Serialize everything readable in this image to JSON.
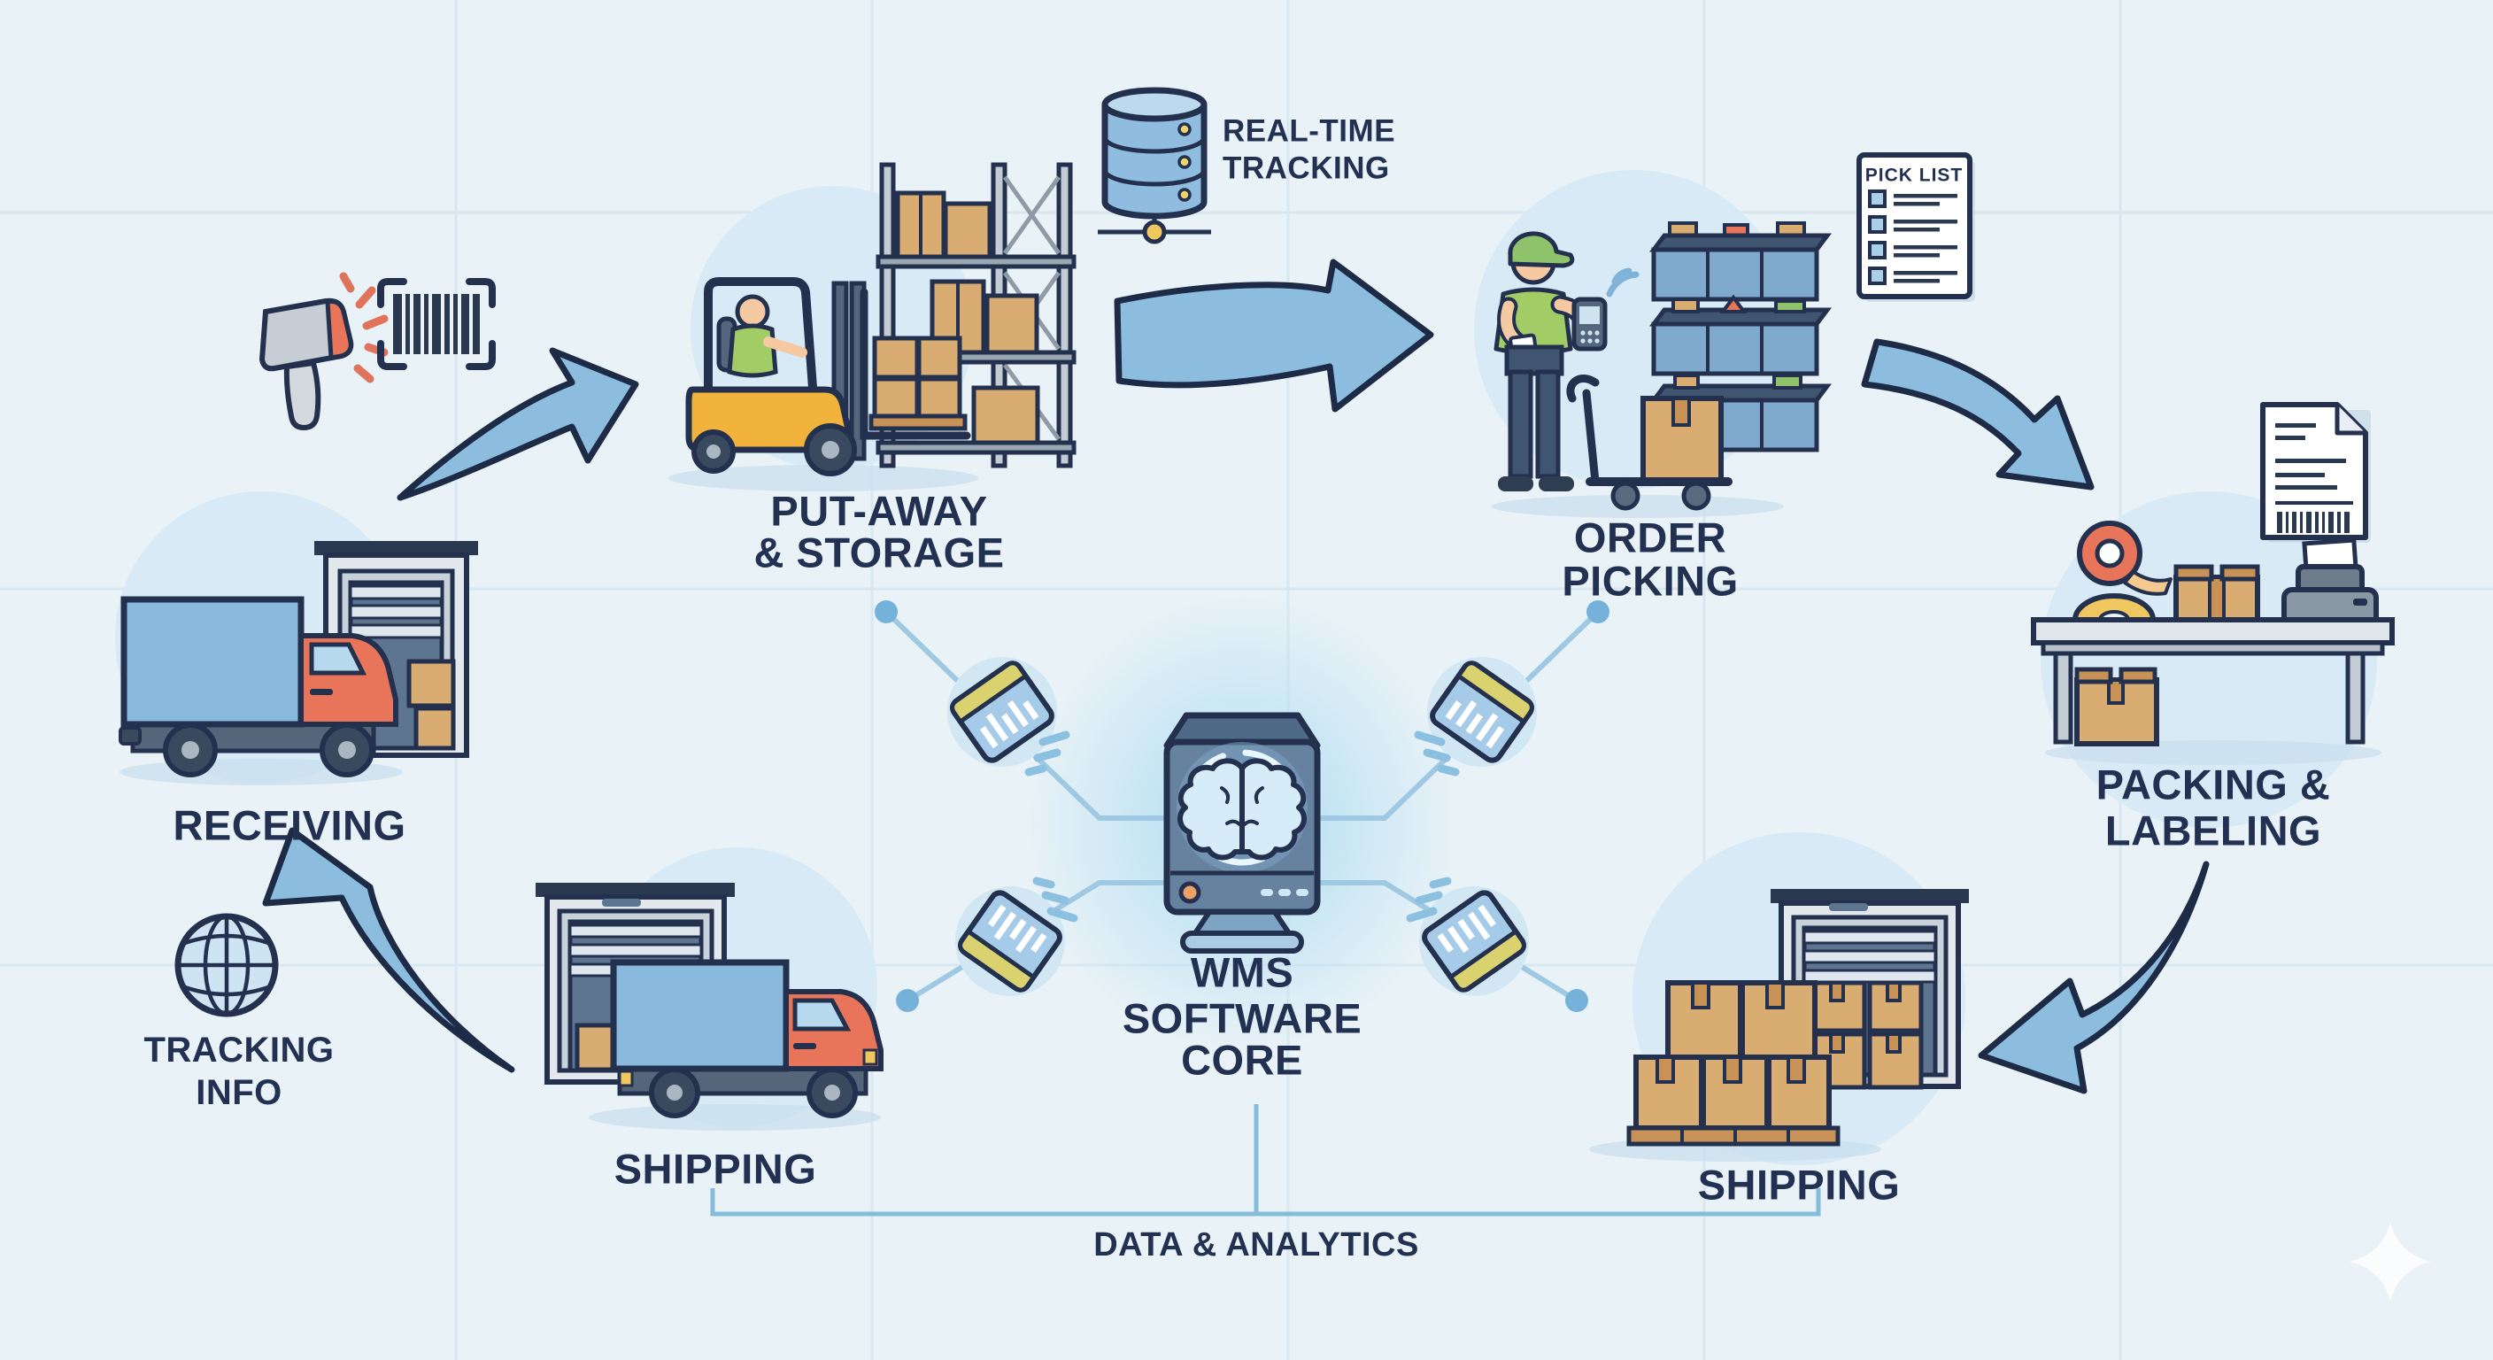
{
  "diagram": {
    "title_implicit": "Warehouse Management System process flow",
    "stages": {
      "receiving": {
        "label": "RECEIVING"
      },
      "put_away_storage": {
        "line1": "PUT-AWAY",
        "line2": "& STORAGE"
      },
      "real_time_tracking": {
        "line1": "REAL-TIME",
        "line2": "TRACKING"
      },
      "order_picking": {
        "line1": "ORDER",
        "line2": "PICKING"
      },
      "pick_list": {
        "title": "PICK LIST"
      },
      "packing_labeling": {
        "line1": "PACKING &",
        "line2": "LABELING"
      },
      "shipping_left": {
        "label": "SHIPPING"
      },
      "shipping_right": {
        "label": "SHIPPING"
      },
      "tracking_info": {
        "line1": "TRACKING",
        "line2": "INFO"
      },
      "wms_core": {
        "line1": "WMS",
        "line2": "SOFTWARE",
        "line3": "CORE"
      },
      "data_analytics": {
        "label": "DATA & ANALYTICS"
      }
    },
    "colors": {
      "background": "#e9f2f7",
      "grid": "#d9e8f0",
      "ink_outline": "#23304e",
      "label_text": "#223052",
      "arrow_fill": "#8cbddf",
      "connector_line": "#9fc8e2",
      "connector_dot": "#74b2d9",
      "section_circle": "#d8eaf5",
      "box_brown": "#d9ad72",
      "box_brown_dark": "#c89257",
      "truck_blue": "#8ab9de",
      "truck_orange": "#e8745a",
      "forklift_yellow": "#f2b33c",
      "shirt_green": "#a2cc66",
      "cap_green": "#8fc36b",
      "skin": "#f5c9a2",
      "bin_blue": "#7fa9cd",
      "database_blue": "#8fbcdf",
      "node_yellow": "#f0c75e",
      "scan_ray_red": "#e0735c",
      "core_body": "#66829f",
      "core_glow": "#b7e0f3",
      "brain_fill": "#d6ecf8",
      "packet_window": "#a6cbe9",
      "packet_titlebar": "#d9d26e"
    },
    "icon_names": [
      "barcode-scanner-icon",
      "barcode-icon",
      "delivery-truck-icon",
      "dock-door-icon",
      "forklift-icon",
      "pallet-rack-icon",
      "database-icon",
      "network-node-icon",
      "warehouse-worker-icon",
      "handheld-scanner-icon",
      "wifi-icon",
      "storage-bins-icon",
      "hand-cart-icon",
      "pick-list-icon",
      "checkbox-icon",
      "shipping-label-icon",
      "packing-table-icon",
      "tape-dispenser-icon",
      "tape-roll-icon",
      "cardboard-box-icon",
      "label-printer-icon",
      "shipping-truck-icon",
      "stacked-boxes-icon",
      "pallet-icon",
      "globe-icon",
      "curved-arrow-icon",
      "flow-arrow-icon",
      "wms-server-icon",
      "brain-icon",
      "data-packet-icon",
      "connector-line",
      "connector-dot",
      "analytics-bracket",
      "sparkle-icon"
    ]
  }
}
